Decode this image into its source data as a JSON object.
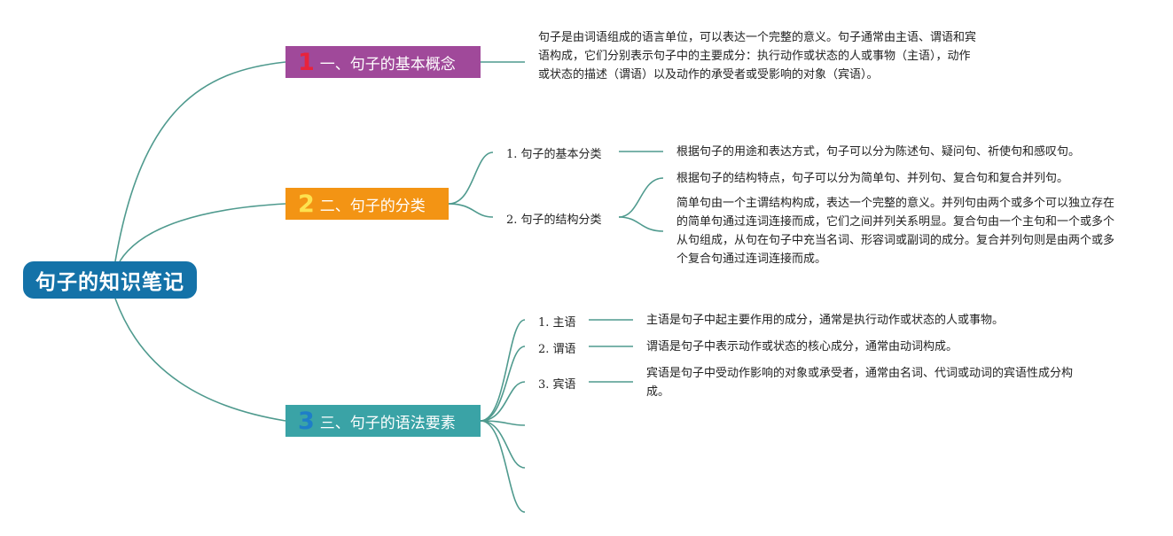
{
  "root": {
    "label": "句子的知识笔记"
  },
  "sections": [
    {
      "number": "1",
      "label": "一、句子的基本概念",
      "note": "句子是由词语组成的语言单位，可以表达一个完整的意义。句子通常由主语、谓语和宾语构成，它们分别表示句子中的主要成分：执行动作或状态的人或事物（主语），动作或状态的描述（谓语）以及动作的承受者或受影响的对象（宾语）。"
    },
    {
      "number": "2",
      "label": "二、句子的分类",
      "children": [
        {
          "label": "1. 句子的基本分类",
          "notes": [
            "根据句子的用途和表达方式，句子可以分为陈述句、疑问句、祈使句和感叹句。"
          ]
        },
        {
          "label": "2. 句子的结构分类",
          "notes": [
            "根据句子的结构特点，句子可以分为简单句、并列句、复合句和复合并列句。",
            "简单句由一个主谓结构构成，表达一个完整的意义。并列句由两个或多个可以独立存在的简单句通过连词连接而成，它们之间并列关系明显。复合句由一个主句和一个或多个从句组成，从句在句子中充当名词、形容词或副词的成分。复合并列句则是由两个或多个复合句通过连词连接而成。"
          ]
        }
      ]
    },
    {
      "number": "3",
      "label": "三、句子的语法要素",
      "children": [
        {
          "label": "1. 主语",
          "note": "主语是句子中起主要作用的成分，通常是执行动作或状态的人或事物。"
        },
        {
          "label": "2. 谓语",
          "note": "谓语是句子中表示动作或状态的核心成分，通常由动词构成。"
        },
        {
          "label": "3. 宾语",
          "note": "宾语是句子中受动作影响的对象或承受者，通常由名词、代词或动词的宾语性成分构成。"
        }
      ]
    }
  ],
  "colors": {
    "root": "#1472a8",
    "section1": "#a0499a",
    "section2": "#f39414",
    "section3": "#3aa3a6",
    "line": "#4f9a8e",
    "num1": "#e8233c",
    "num2": "#fde24f",
    "num3": "#1e7ec8"
  }
}
